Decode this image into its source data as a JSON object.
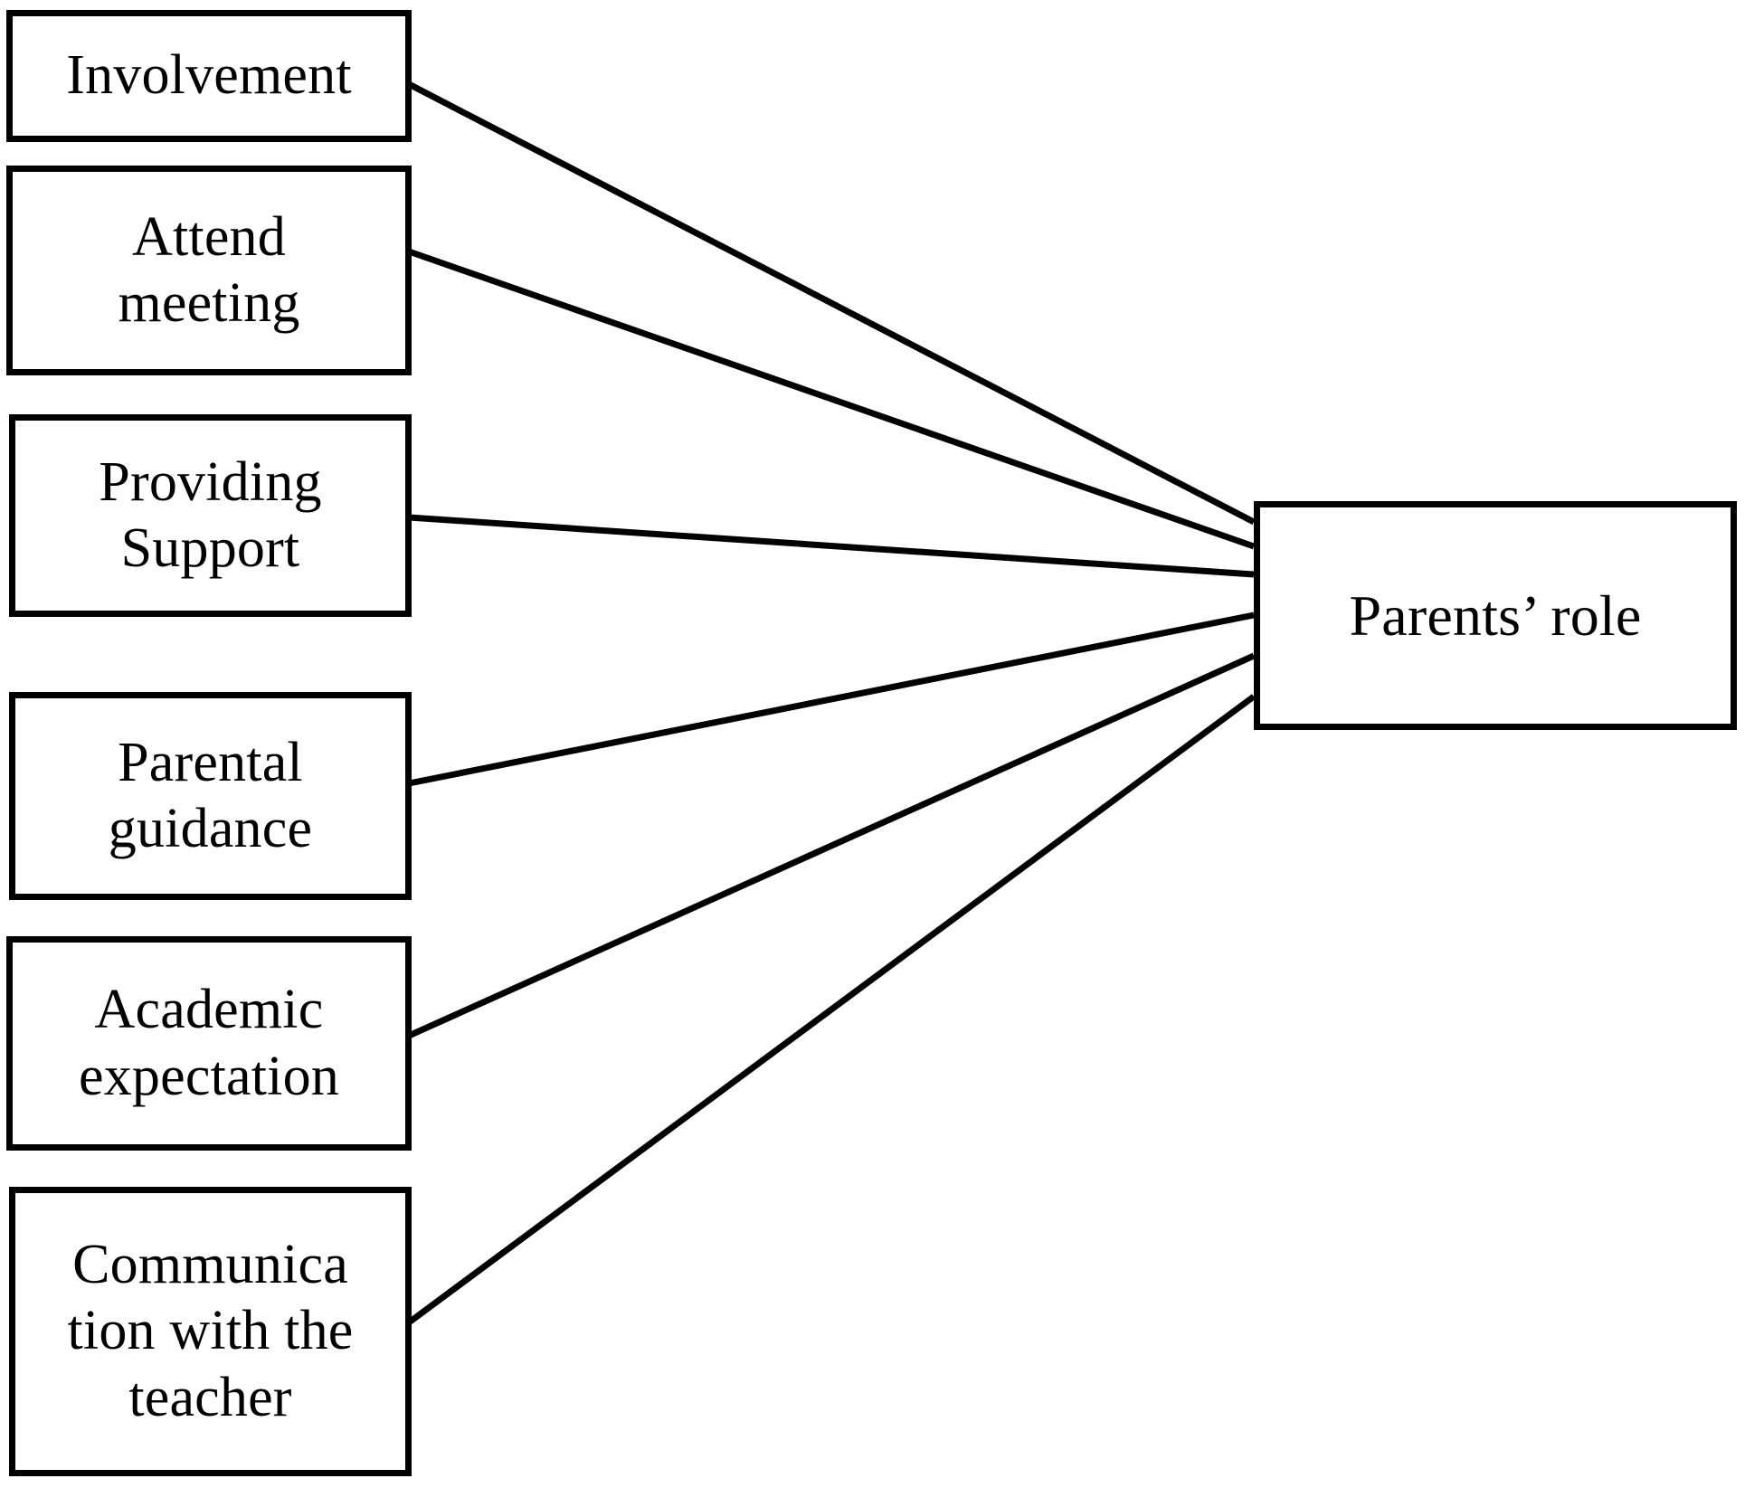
{
  "diagram": {
    "title": "Parents' role conceptual model",
    "type": "convergent-relationship-diagram",
    "line_color": "#000000",
    "box_border_color": "#000000",
    "background_color": "#ffffff",
    "source_nodes": [
      {
        "id": "involvement",
        "label": "Involvement"
      },
      {
        "id": "attend-meeting",
        "label": "Attend\nmeeting"
      },
      {
        "id": "providing-support",
        "label": "Providing\nSupport"
      },
      {
        "id": "parental-guidance",
        "label": "Parental\nguidance"
      },
      {
        "id": "academic-expectation",
        "label": "Academic\nexpectation"
      },
      {
        "id": "communication-with-the-teacher",
        "label": "Communica\ntion with the\nteacher"
      }
    ],
    "target_node": {
      "id": "parents-role",
      "label": "Parents’ role"
    },
    "connections": [
      {
        "from": "involvement",
        "to": "parents-role"
      },
      {
        "from": "attend-meeting",
        "to": "parents-role"
      },
      {
        "from": "providing-support",
        "to": "parents-role"
      },
      {
        "from": "parental-guidance",
        "to": "parents-role"
      },
      {
        "from": "academic-expectation",
        "to": "parents-role"
      },
      {
        "from": "communication-with-the-teacher",
        "to": "parents-role"
      }
    ]
  }
}
